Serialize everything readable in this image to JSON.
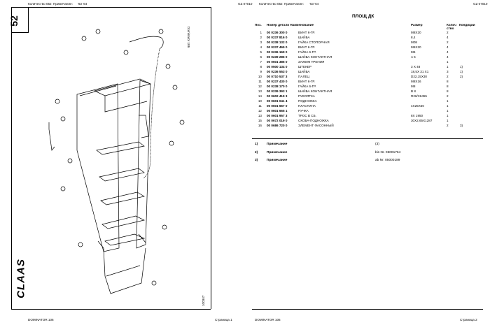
{
  "left_page": {
    "header_qty_label": "Количество 052",
    "header_note_label": "Примечание:",
    "header_note_value": "'63 '64",
    "section_number": "52",
    "model_vertical": "Dominator 106",
    "drawing_number": "100347",
    "brand_logo": "CLAAS",
    "footer_left": "DOMINATOR 106",
    "footer_right": "Страница 1"
  },
  "right_page": {
    "header_code": "GZ 07010",
    "header_qty_label": "Количество 052",
    "header_note_label": "Примечание:",
    "header_note_value": "'63 '64",
    "header_code_right": "GZ 07010",
    "title": "ПЛОЩ ДК",
    "columns": {
      "pos": "Поз.",
      "part_no": "Номер детали Наименование",
      "size": "Размер",
      "qty": "Колич",
      "qty_sub": "ство",
      "note": "Кондиции"
    },
    "rows": [
      {
        "pos": "1",
        "part_no": "00 0236 300 0",
        "name": "ВИНТ 6-ГР.",
        "size": "M8X20",
        "qty": "2",
        "note": ""
      },
      {
        "pos": "2",
        "part_no": "00 0237 816 0",
        "name": "ШАЙБА",
        "size": "8,4",
        "qty": "4",
        "note": ""
      },
      {
        "pos": "3",
        "part_no": "00 0238 132 0",
        "name": "ГАЙКА СТОПОРНАЯ",
        "size": "M08",
        "qty": "2",
        "note": ""
      },
      {
        "pos": "4",
        "part_no": "00 0237 465 0",
        "name": "ВИНТ 6-ГР.",
        "size": "M6X20",
        "qty": "4",
        "note": ""
      },
      {
        "pos": "5",
        "part_no": "00 0236 169 0",
        "name": "ГАЙКА 6-ГР.",
        "size": "M6",
        "qty": "4",
        "note": ""
      },
      {
        "pos": "6",
        "part_no": "00 0239 286 0",
        "name": "ШАЙБА КОНТАКТНАЯ",
        "size": "A 6",
        "qty": "4",
        "note": ""
      },
      {
        "pos": "7",
        "part_no": "00 0601 386 0",
        "name": "ЗАЖИМ ТРЕНИЯ",
        "size": "",
        "qty": "1",
        "note": ""
      },
      {
        "pos": "8",
        "part_no": "00 0500 134 0",
        "name": "ШТЕКЕР",
        "size": "3  X 48",
        "qty": "1",
        "note": "1)"
      },
      {
        "pos": "9",
        "part_no": "00 0236 553 0",
        "name": "ШАЙБА",
        "size": "18,5X 31  X1",
        "qty": "3",
        "note": "1)"
      },
      {
        "pos": "10",
        "part_no": "00 0710 537 3",
        "name": "ПАЛЕЦ",
        "size": "D22,15X30",
        "qty": "2",
        "note": "2)"
      },
      {
        "pos": "11",
        "part_no": "00 0237 430 0",
        "name": "ВИНТ 6-ГР.",
        "size": "M8X16",
        "qty": "8",
        "note": ""
      },
      {
        "pos": "12",
        "part_no": "00 0238 170 0",
        "name": "ГАЙКА 6-ГР.",
        "size": "M8",
        "qty": "8",
        "note": ""
      },
      {
        "pos": "13",
        "part_no": "00 0239 393 1",
        "name": "ШАЙБА КОНТАКТНАЯ",
        "size": "B 8",
        "qty": "8",
        "note": ""
      },
      {
        "pos": "14",
        "part_no": "00 0602 419 3",
        "name": "РУКОЯТКА",
        "size": "R26/X6455",
        "qty": "2",
        "note": ""
      },
      {
        "pos": "10",
        "part_no": "00 0601 041 4",
        "name": "ПОДНОЖКА",
        "size": "",
        "qty": "1",
        "note": ""
      },
      {
        "pos": "11",
        "part_no": "00 0601 667 0",
        "name": "ПЛАСТИНА",
        "size": "4X25X50",
        "qty": "1",
        "note": ""
      },
      {
        "pos": "12",
        "part_no": "00 0601 665 1",
        "name": "РУЧКА",
        "size": "",
        "qty": "1",
        "note": ""
      },
      {
        "pos": "13",
        "part_no": "00 0601 957 3",
        "name": "ТРОС В СБ.",
        "size": "8X 1950",
        "qty": "1",
        "note": ""
      },
      {
        "pos": "15",
        "part_no": "00 0672 019 0",
        "name": "СКОБА-ПОДНОЖКА",
        "size": "30X2,65X1287",
        "qty": "1",
        "note": ""
      },
      {
        "pos": "16",
        "part_no": "00 0686 720 0",
        "name": "ЭЛЕМЕНТ ФАСОННЫЙ",
        "size": "",
        "qty": "2",
        "note": "3)"
      }
    ],
    "notes": [
      {
        "idx": "1)",
        "label": "Примечание",
        "value": "(3)"
      },
      {
        "idx": "2)",
        "label": "Примечание",
        "value": "bis Nr. 05001764"
      },
      {
        "idx": "3)",
        "label": "Примечание",
        "value": "ab Nr. 05000189"
      }
    ],
    "footer_left": "DOMINATOR 106",
    "footer_right": "Страница 2"
  }
}
